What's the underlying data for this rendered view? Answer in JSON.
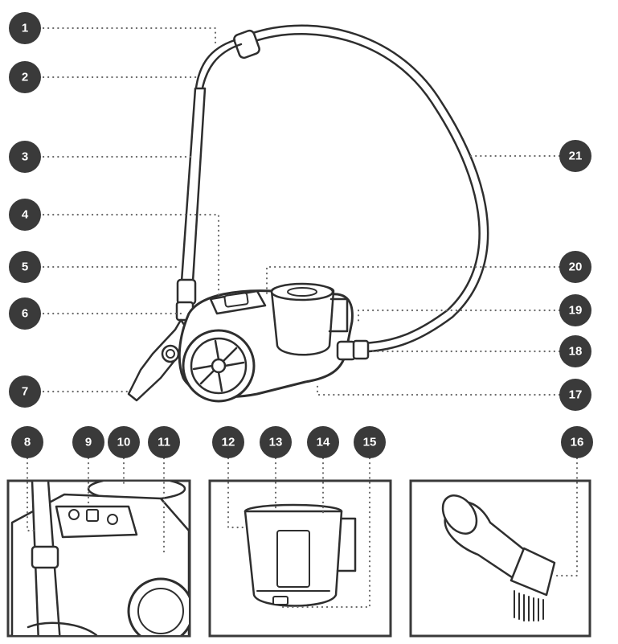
{
  "callouts": [
    {
      "label": "1"
    },
    {
      "label": "2"
    },
    {
      "label": "3"
    },
    {
      "label": "4"
    },
    {
      "label": "5"
    },
    {
      "label": "6"
    },
    {
      "label": "7"
    },
    {
      "label": "8"
    },
    {
      "label": "9"
    },
    {
      "label": "10"
    },
    {
      "label": "11"
    },
    {
      "label": "12"
    },
    {
      "label": "13"
    },
    {
      "label": "14"
    },
    {
      "label": "15"
    },
    {
      "label": "16"
    },
    {
      "label": "17"
    },
    {
      "label": "18"
    },
    {
      "label": "19"
    },
    {
      "label": "20"
    },
    {
      "label": "21"
    }
  ],
  "colors": {
    "callout": "#3a3a3a",
    "ink": "#2e2e2e",
    "leader": "#6a6a6a"
  },
  "icons": [
    "vacuum-cleaner-icon",
    "control-panel-icon",
    "dust-container-icon",
    "crevice-brush-icon"
  ]
}
